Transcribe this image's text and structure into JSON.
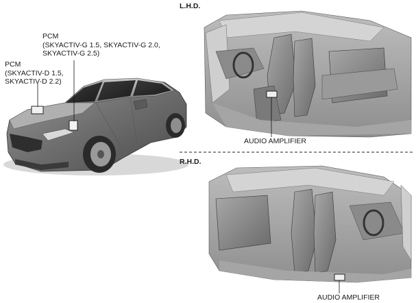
{
  "labels": {
    "pcm_g": {
      "title": "PCM",
      "lines": [
        "(SKYACTIV-G 1.5, SKYACTIV-G 2.0,",
        "SKYACTIV-G 2.5)"
      ]
    },
    "pcm_d": {
      "title": "PCM",
      "lines": [
        "(SKYACTIV-D 1.5,",
        "SKYACTIV-D 2.2)"
      ]
    },
    "lhd": "L.H.D.",
    "rhd": "R.H.D.",
    "amp_lhd": "AUDIO AMPLIFIER",
    "amp_rhd": "AUDIO AMPLIFIER"
  }
}
